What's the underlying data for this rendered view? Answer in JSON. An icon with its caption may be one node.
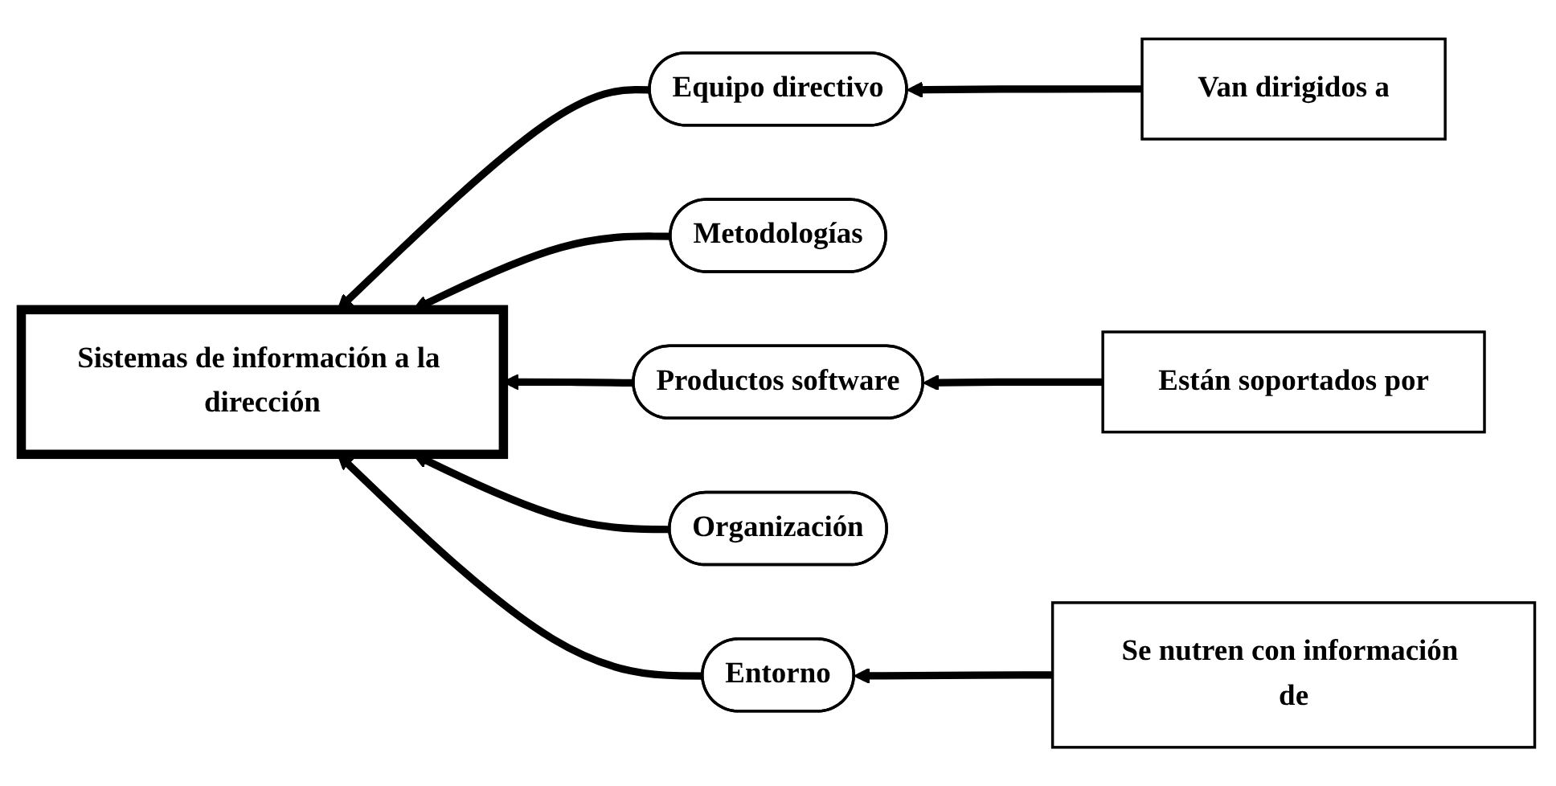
{
  "diagram": {
    "nodes": [
      {
        "text": [
          "Equipo directivo"
        ]
      },
      {
        "text": [
          "Van dirigidos a"
        ]
      },
      {
        "text": [
          "Metodologías"
        ]
      },
      {
        "text": [
          "Sistemas de información a la dirección"
        ]
      },
      {
        "text": [
          "Productos software"
        ]
      },
      {
        "text": [
          "Están soportados por"
        ]
      },
      {
        "text": [
          "Organización"
        ]
      },
      {
        "text": [
          "Entorno"
        ]
      },
      {
        "text": [
          "Se nutren con información de"
        ]
      }
    ],
    "edges": [
      {
        "from": 1,
        "to": 0,
        "arrow": "to"
      },
      {
        "from": 0,
        "to": 3,
        "arrow": "to"
      },
      {
        "from": 2,
        "to": 3,
        "arrow": "to"
      },
      {
        "from": 4,
        "to": 3,
        "arrow": "to"
      },
      {
        "from": 5,
        "to": 4,
        "arrow": "to"
      },
      {
        "from": 6,
        "to": 3,
        "arrow": "to"
      },
      {
        "from": 7,
        "to": 3,
        "arrow": "to"
      },
      {
        "from": 8,
        "to": 7,
        "arrow": "to"
      }
    ]
  }
}
